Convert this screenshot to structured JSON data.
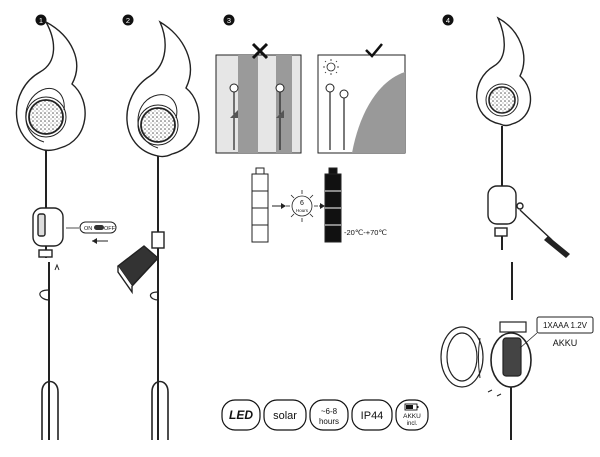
{
  "steps": [
    {
      "number": "1"
    },
    {
      "number": "2"
    },
    {
      "number": "3"
    },
    {
      "number": "4"
    }
  ],
  "switch_label": {
    "on": "ON",
    "off": "OFF"
  },
  "charge": {
    "duration": "6",
    "unit": "Hours"
  },
  "temperature_range": "-20℃-+70℃",
  "battery": {
    "spec": "1XAAA 1.2V",
    "type": "AKKU"
  },
  "feature_badges": [
    {
      "label": "LED"
    },
    {
      "label": "solar"
    },
    {
      "label": "~6-8",
      "sub": "hours"
    },
    {
      "label": "IP44"
    },
    {
      "label": "AKKU",
      "sub": "incl."
    }
  ]
}
